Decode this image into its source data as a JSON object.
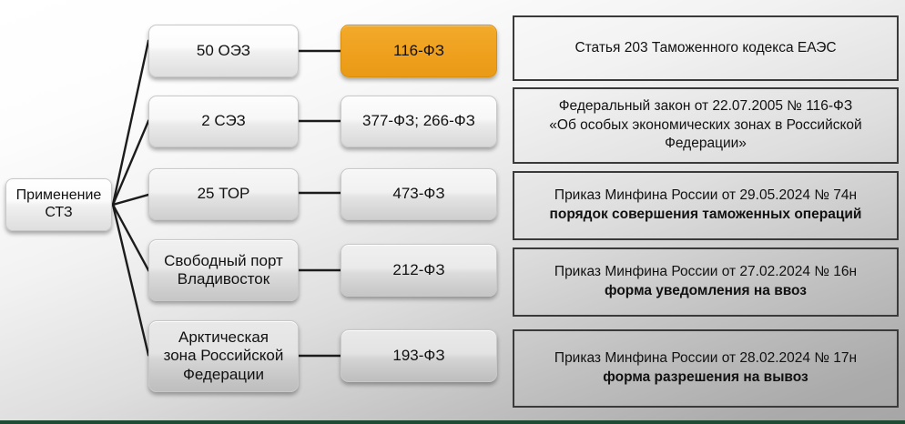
{
  "diagram": {
    "root": {
      "label": "Применение\nСТЗ"
    },
    "rows": [
      {
        "zone": "50 ОЭЗ",
        "law": "116-ФЗ",
        "law_highlighted": true
      },
      {
        "zone": "2 СЭЗ",
        "law": "377-ФЗ; 266-ФЗ",
        "law_highlighted": false
      },
      {
        "zone": "25 ТОР",
        "law": "473-ФЗ",
        "law_highlighted": false
      },
      {
        "zone": "Свободный порт\nВладивосток",
        "law": "212-ФЗ",
        "law_highlighted": false
      },
      {
        "zone": "Арктическая\nзона Российской\nФедерации",
        "law": "193-ФЗ",
        "law_highlighted": false
      }
    ],
    "panels": [
      {
        "line1": "Статья 203 Таможенного кодекса ЕАЭС",
        "line2": "",
        "line3": "",
        "bold_lines": []
      },
      {
        "line1": "Федеральный закон от 22.07.2005 № 116-ФЗ",
        "line2": "«Об особых экономических зонах в Российской",
        "line3": "Федерации»",
        "bold_lines": []
      },
      {
        "line1": "Приказ Минфина России от 29.05.2024 № 74н",
        "line2": "порядок совершения таможенных операций",
        "line3": "",
        "bold_lines": [
          2
        ]
      },
      {
        "line1": "Приказ Минфина России от 27.02.2024 № 16н",
        "line2": "форма уведомления на ввоз",
        "line3": "",
        "bold_lines": [
          2
        ]
      },
      {
        "line1": "Приказ Минфина России от 28.02.2024 № 17н",
        "line2": "форма разрешения на вывоз",
        "line3": "",
        "bold_lines": [
          2
        ]
      }
    ],
    "colors": {
      "highlight": "#efa11e",
      "connector": "#1c1c1c",
      "panel_border": "#3a3a3a",
      "bottom_strip": "#1f4a33"
    }
  }
}
